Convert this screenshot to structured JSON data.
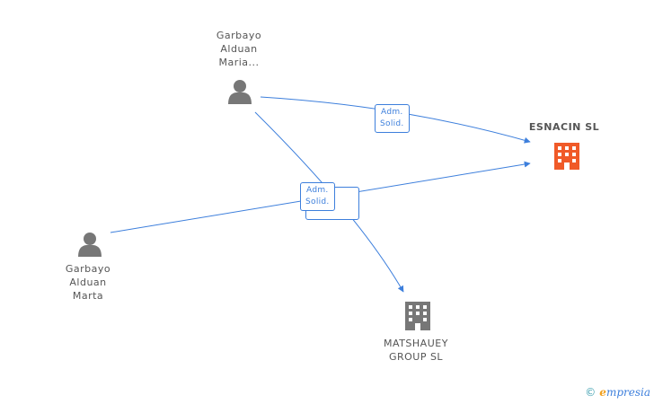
{
  "nodes": {
    "person_top": {
      "label": "Garbayo\nAlduan\nMaria..."
    },
    "person_left": {
      "label": "Garbayo\nAlduan\nMarta"
    },
    "company_main": {
      "label": "ESNACIN SL"
    },
    "company_bottom": {
      "label": "MATSHAUEY\nGROUP SL"
    }
  },
  "edges": {
    "top_to_main": {
      "label": "Adm.\nSolid."
    },
    "left_to_main": {
      "label": "Adm.\nSolid."
    }
  },
  "watermark": {
    "copyright": "©",
    "brand_initial": "e",
    "brand_rest": "mpresia"
  },
  "colors": {
    "edge": "#3d7fdc",
    "person_icon": "#777777",
    "company_main": "#f05a28",
    "company_other": "#777777"
  }
}
